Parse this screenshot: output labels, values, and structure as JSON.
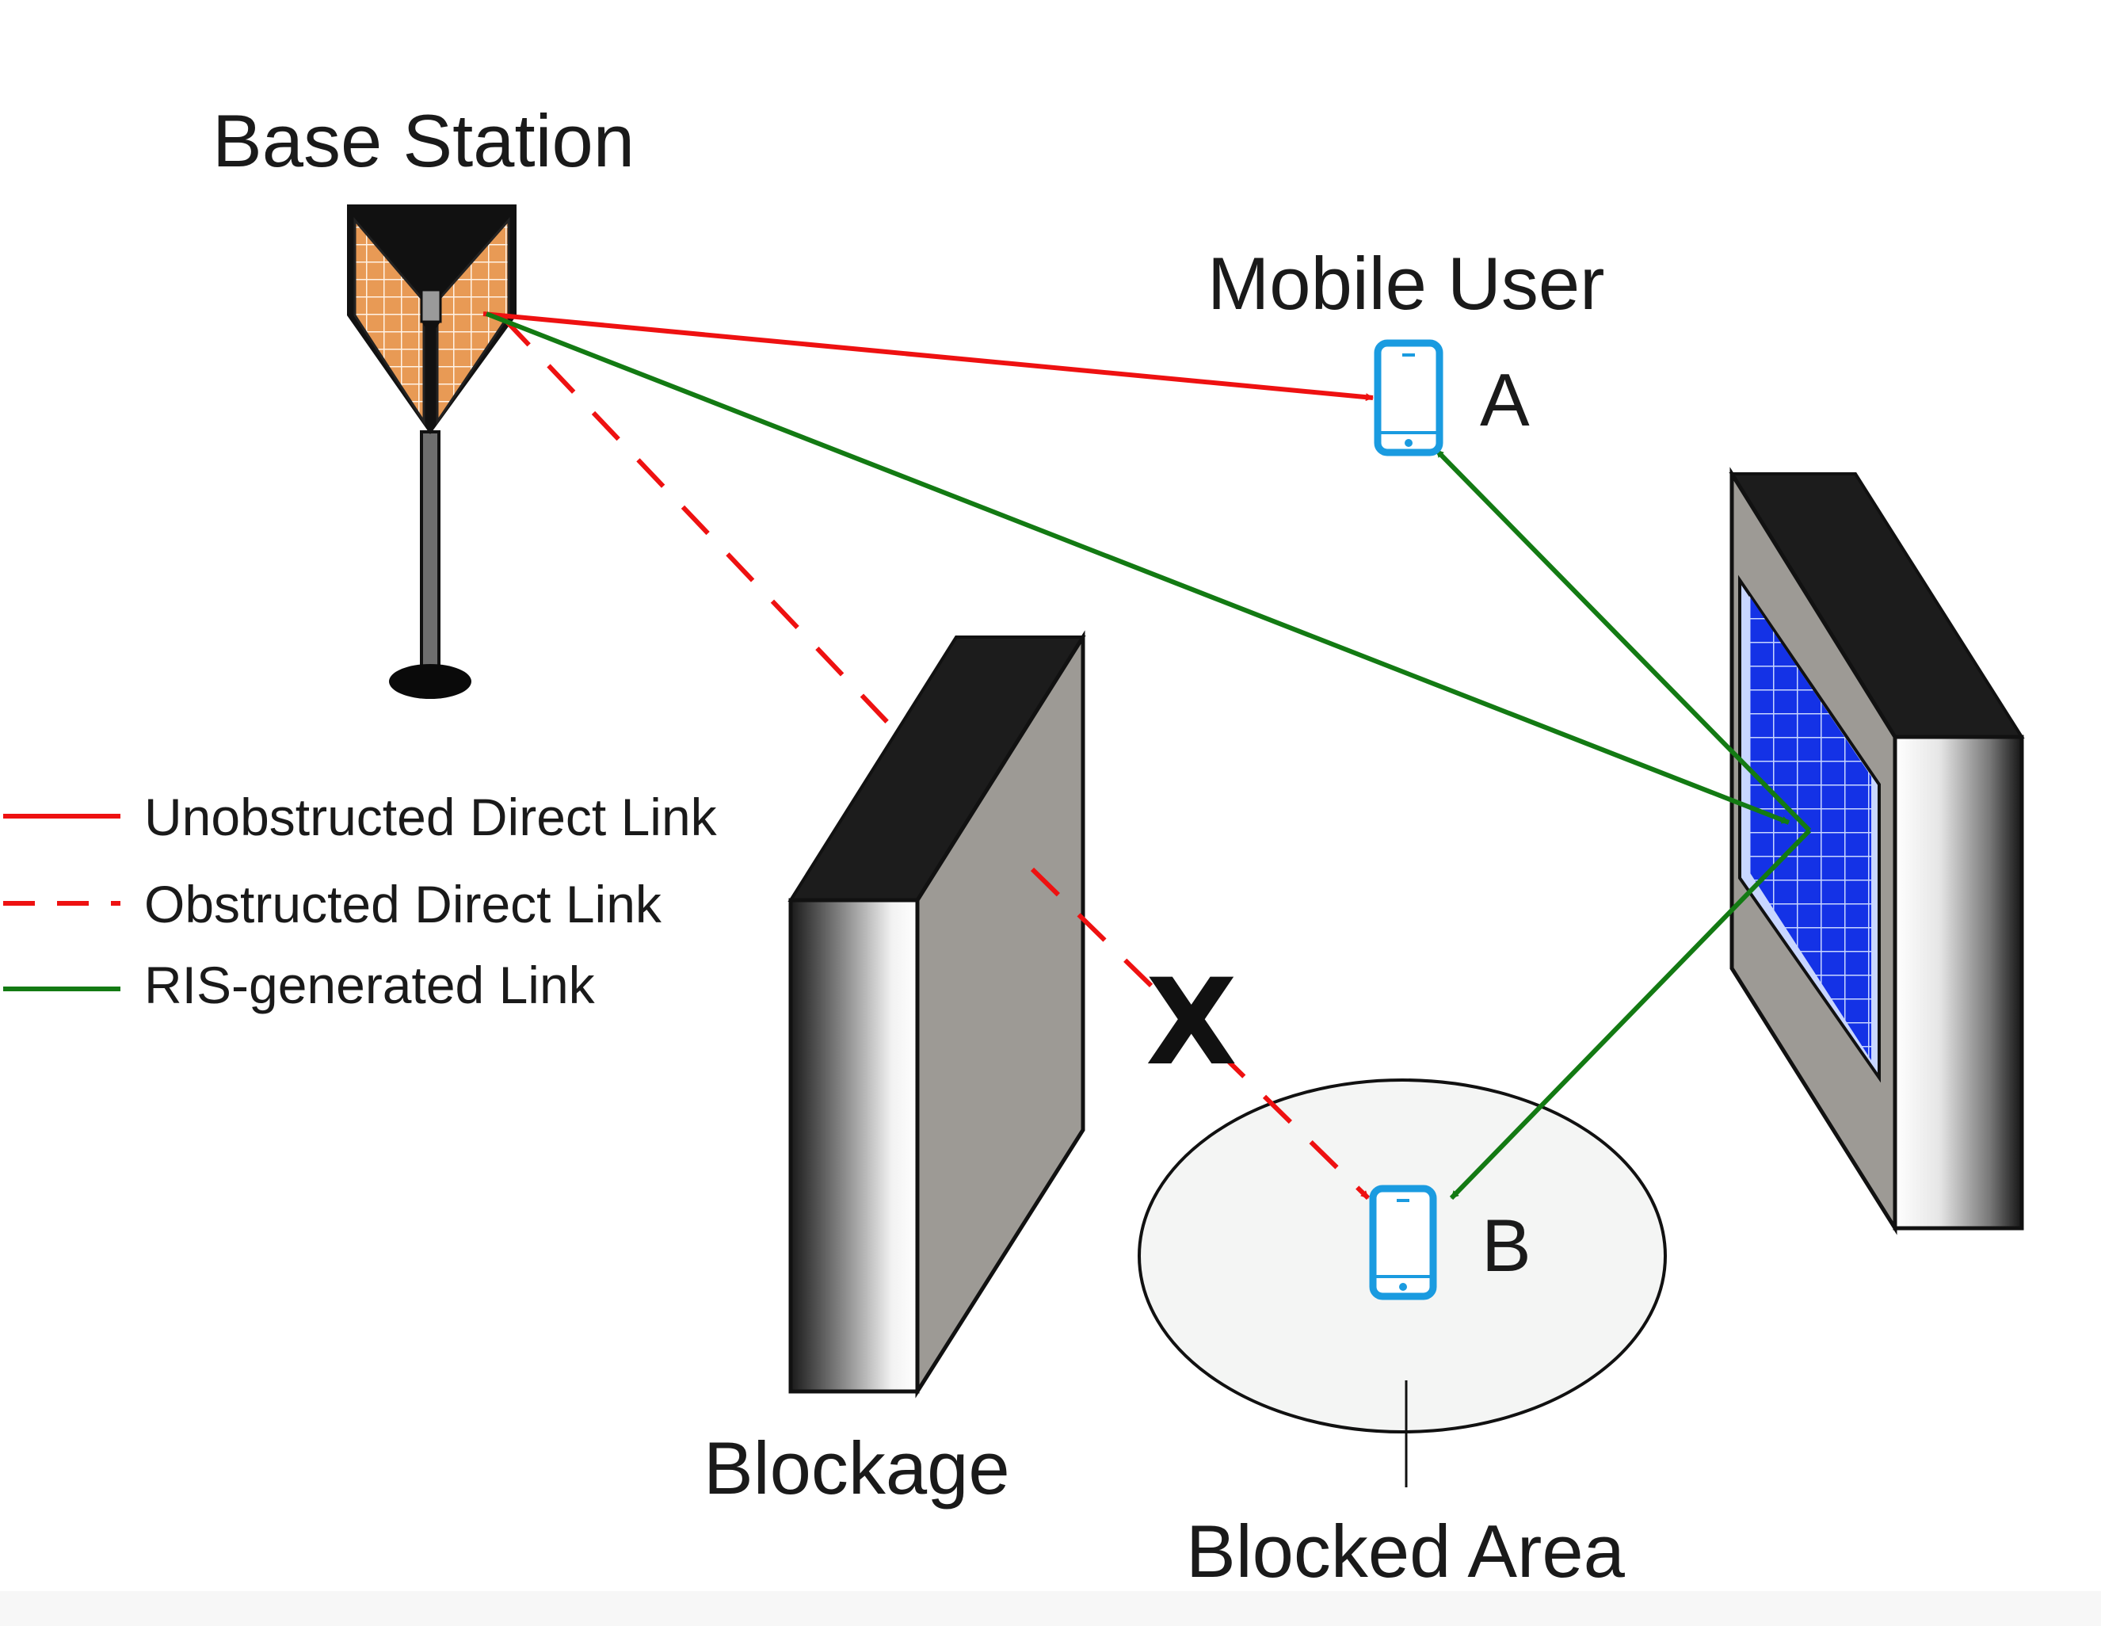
{
  "labels": {
    "base_station": "Base Station",
    "mobile_user": "Mobile User",
    "user_a": "A",
    "user_b": "B",
    "blockage": "Blockage",
    "blocked_area": "Blocked Area",
    "blocked_mark": "X"
  },
  "legend": [
    {
      "label": "Unobstructed Direct Link",
      "color": "#ee1111",
      "style": "solid"
    },
    {
      "label": "Obstructed Direct Link",
      "color": "#ee1111",
      "style": "dashed"
    },
    {
      "label": "RIS-generated Link",
      "color": "#137a13",
      "style": "solid"
    }
  ],
  "colors": {
    "unobstructed": "#ee1111",
    "ris_link": "#137a13",
    "antenna_panel": "#e89a55",
    "ris_panel": "#1432e6",
    "phone": "#1a9be0",
    "wall_face": "#9d9a95",
    "wall_top": "#222222",
    "blocked_area_fill": "#f4f5f4"
  },
  "icons": [
    "base-station-icon",
    "phone-icon",
    "ris-panel-icon",
    "wall-icon"
  ]
}
